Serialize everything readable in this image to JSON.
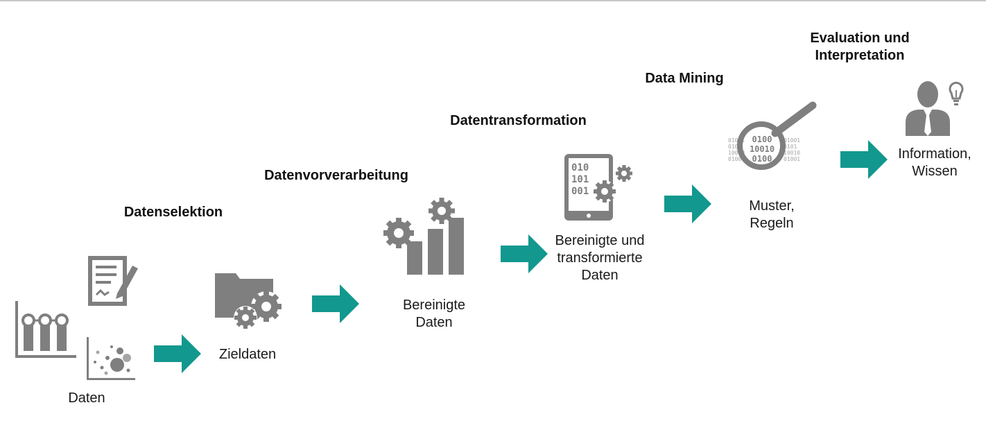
{
  "colors": {
    "arrow": "#12988e",
    "icon": "#7f7f7f",
    "icon_light": "#a6a6a6"
  },
  "stages": [
    {
      "title": "Datenselektion"
    },
    {
      "title": "Datenvorverarbeitung"
    },
    {
      "title": "Datentransformation"
    },
    {
      "title": "Data Mining"
    },
    {
      "title": "Evaluation und Interpretation"
    }
  ],
  "items": [
    {
      "label": "Daten",
      "icon": "charts-and-document-icons"
    },
    {
      "label": "Zieldaten",
      "icon": "folder-gears-icon"
    },
    {
      "label": "Bereinigte Daten",
      "icon": "gears-bar-chart-icon"
    },
    {
      "label": "Bereinigte und transformierte Daten",
      "icon": "tablet-binary-gears-icon"
    },
    {
      "label": "Muster, Regeln",
      "icon": "magnifier-binary-icon"
    },
    {
      "label": "Information, Wissen",
      "icon": "person-lightbulb-icon"
    }
  ],
  "binary_text": {
    "tablet": [
      "010",
      "101",
      "001"
    ],
    "magnifier": [
      "0100",
      "10010",
      "0100"
    ],
    "side": [
      "01001",
      "0101",
      "10010",
      "01001"
    ]
  }
}
